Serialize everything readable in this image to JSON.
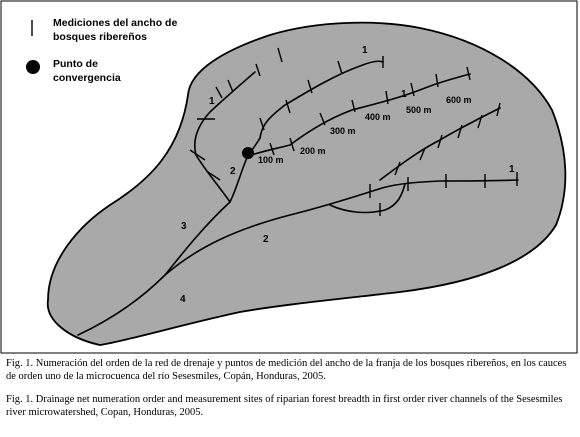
{
  "legend": {
    "tick_line1": "Mediciones del ancho de",
    "tick_line2": "bosques ribereños",
    "dot_line1": "Punto de",
    "dot_line2": "convergencia"
  },
  "stream_orders": [
    "1",
    "1",
    "1",
    "1",
    "2",
    "3",
    "2",
    "4"
  ],
  "distance_labels": [
    "100 m",
    "200 m",
    "300 m",
    "400 m",
    "500 m",
    "600 m"
  ],
  "caption": {
    "spanish": "Fig. 1. Numeración del orden de la red de drenaje y puntos de medición del ancho de la franja de los bosques ribereños, en los cauces de orden uno de la microcuenca del río Sesesmiles, Copán, Honduras, 2005.",
    "english": "Fig. 1. Drainage net numeration order and measurement sites of riparian forest breadth in first order river channels of the Sesesmiles river microwatershed, Copan, Honduras, 2005."
  },
  "colors": {
    "watershed_fill": "#a9a9a9",
    "border": "#000000",
    "background": "#ffffff"
  }
}
